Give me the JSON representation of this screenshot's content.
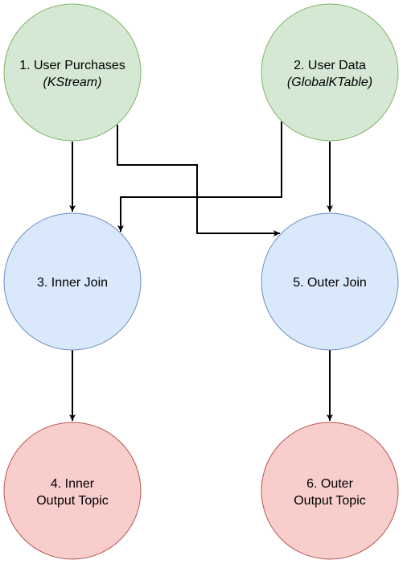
{
  "colors": {
    "source_fill": "#d5e8d4",
    "source_stroke": "#82b366",
    "join_fill": "#dae8fc",
    "join_stroke": "#6c8ebf",
    "output_fill": "#f8cecc",
    "output_stroke": "#b85450",
    "edge": "#000000"
  },
  "nodes": {
    "user_purchases": {
      "line1": "1. User Purchases",
      "line2": "(KStream)"
    },
    "user_data": {
      "line1": "2. User Data",
      "line2": "(GlobalKTable)"
    },
    "inner_join": {
      "line1": "3. Inner Join"
    },
    "inner_output": {
      "line1": "4. Inner",
      "line2": "Output Topic"
    },
    "outer_join": {
      "line1": "5. Outer Join"
    },
    "outer_output": {
      "line1": "6. Outer",
      "line2": "Output Topic"
    }
  },
  "edges": [
    {
      "from": "1. User Purchases",
      "to": "3. Inner Join"
    },
    {
      "from": "1. User Purchases",
      "to": "5. Outer Join"
    },
    {
      "from": "2. User Data",
      "to": "3. Inner Join"
    },
    {
      "from": "2. User Data",
      "to": "5. Outer Join"
    },
    {
      "from": "3. Inner Join",
      "to": "4. Inner Output Topic"
    },
    {
      "from": "5. Outer Join",
      "to": "6. Outer Output Topic"
    }
  ]
}
